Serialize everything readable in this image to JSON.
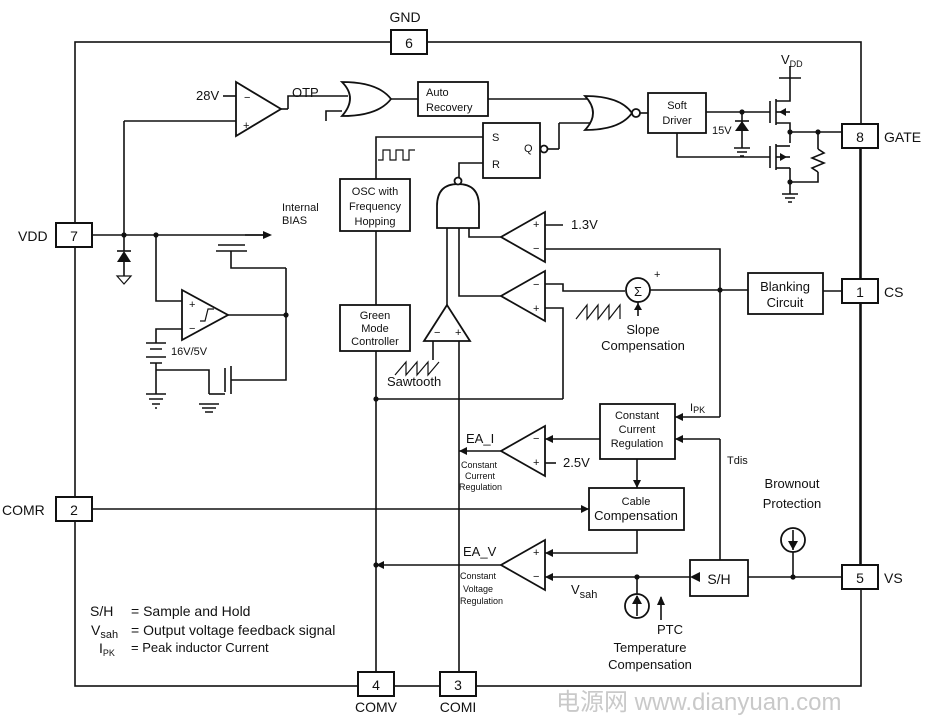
{
  "pins": {
    "p6": {
      "num": "6",
      "name": "GND"
    },
    "p7": {
      "num": "7",
      "name": "VDD"
    },
    "p8": {
      "num": "8",
      "name": "GATE"
    },
    "p1": {
      "num": "1",
      "name": "CS"
    },
    "p5": {
      "num": "5",
      "name": "VS"
    },
    "p2": {
      "num": "2",
      "name": "COMR"
    },
    "p4": {
      "num": "4",
      "name": "COMV"
    },
    "p3": {
      "num": "3",
      "name": "COMI"
    }
  },
  "blocks": {
    "auto_recovery": [
      "Auto",
      "Recovery"
    ],
    "soft_driver": [
      "Soft",
      "Driver"
    ],
    "osc": [
      "OSC with",
      "Frequency",
      "Hopping"
    ],
    "green_mode": [
      "Green",
      "Mode",
      "Controller"
    ],
    "blanking": [
      "Blanking",
      "Circuit"
    ],
    "cc_reg": [
      "Constant",
      "Current",
      "Regulation"
    ],
    "cable_comp": [
      "Cable",
      "Compensation"
    ],
    "sh": "S/H"
  },
  "labels": {
    "v28": "28V",
    "otp": "OTP",
    "vdd_sym": "V",
    "vdd_sub": "DD",
    "zener15": "15V",
    "internal_bias": [
      "Internal",
      "BIAS"
    ],
    "v1_3": "1.3V",
    "uvlo": "16V/5V",
    "slope": [
      "Slope",
      "Compensation"
    ],
    "sawtooth": "Sawtooth",
    "ipk": "I",
    "ipk_sub": "PK",
    "tdis": "Tdis",
    "ea_i": "EA_I",
    "ea_i_sub": [
      "Constant",
      "Current",
      "Regulation"
    ],
    "v2_5": "2.5V",
    "ea_v": "EA_V",
    "ea_v_sub": [
      "Constant",
      "Voltage",
      "Regulation"
    ],
    "vsah": "V",
    "vsah_sub": "sah",
    "brownout": [
      "Brownout",
      "Protection"
    ],
    "ptc": "PTC",
    "temp": [
      "Temperature",
      "Compensation"
    ],
    "sr_s": "S",
    "sr_r": "R",
    "sr_q": "Q",
    "sum_plus": "+"
  },
  "legend": [
    {
      "key": "S/H",
      "sub": "",
      "text": "= Sample and Hold"
    },
    {
      "key": "V",
      "sub": "sah",
      "text": "= Output voltage feedback signal"
    },
    {
      "key": "I",
      "sub": "PK",
      "text": "= Peak inductor Current"
    }
  ],
  "watermark": "电源网 www.dianyuan.com"
}
